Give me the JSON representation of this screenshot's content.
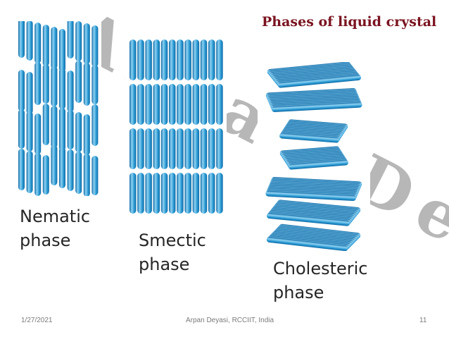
{
  "slide": {
    "title": "Phases of liquid crystal",
    "watermark": "Arpan Deyasi",
    "colors": {
      "title": "#7a1320",
      "molecule_light": "#8fd2f2",
      "molecule_mid": "#2a9ad3",
      "molecule_dark": "#0f6aa6",
      "watermark": "#7d7d7d"
    },
    "phases": [
      {
        "name": "nematic",
        "label_line1": "Nematic",
        "label_line2": "phase",
        "molecule_icon": "rod-molecule-icon"
      },
      {
        "name": "smectic",
        "label_line1": "Smectic",
        "label_line2": "phase",
        "molecule_icon": "rod-molecule-icon"
      },
      {
        "name": "cholesteric",
        "label_line1": "Cholesteric",
        "label_line2": "phase",
        "molecule_icon": "rod-molecule-icon"
      }
    ]
  },
  "footer": {
    "date": "1/27/2021",
    "author": "Arpan Deyasi, RCCIIT, India",
    "page_number": "11"
  }
}
